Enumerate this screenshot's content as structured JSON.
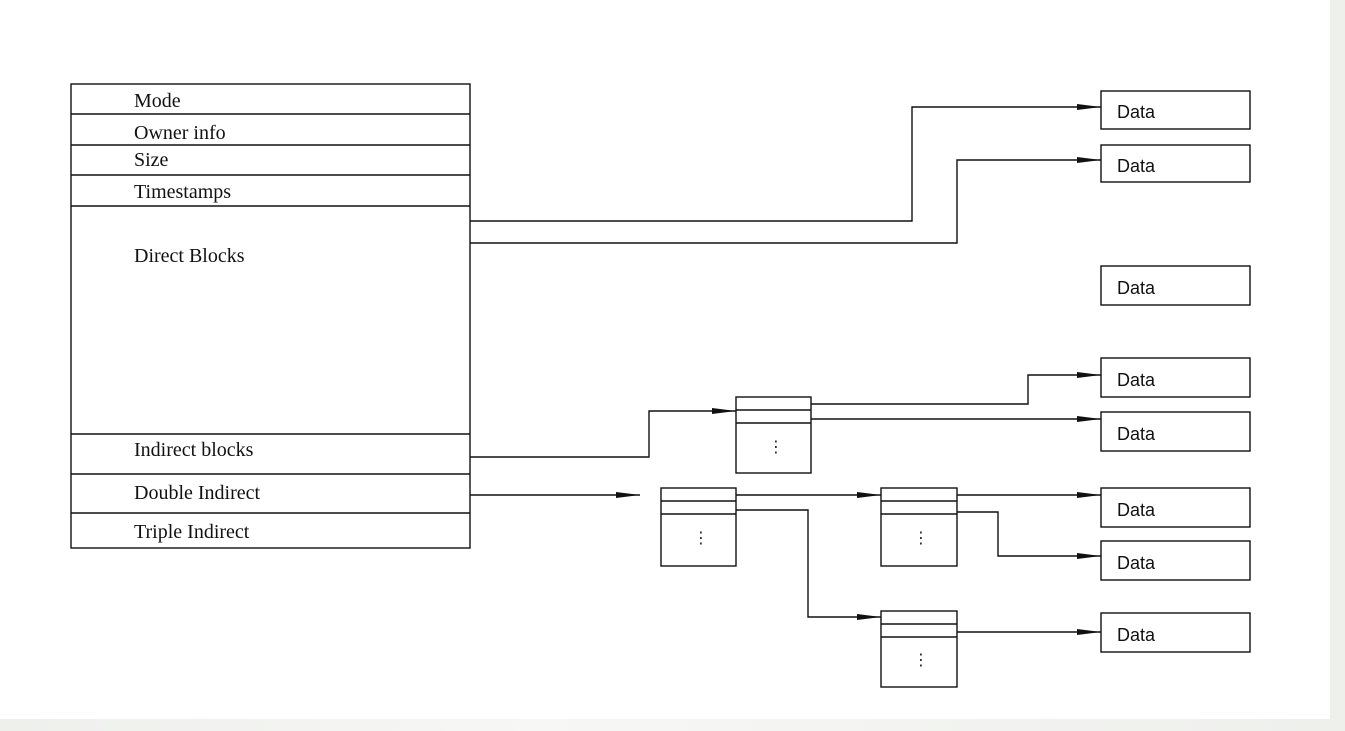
{
  "inode": {
    "fields": [
      "Mode",
      "Owner info",
      "Size",
      "Timestamps",
      "Direct Blocks",
      "Indirect blocks",
      "Double Indirect",
      "Triple Indirect"
    ]
  },
  "data_block_label": "Data",
  "index_block_ellipsis": "⋮",
  "colors": {
    "line": "#111111",
    "canvas": "#ffffff",
    "frame": "#e6e8e4"
  }
}
